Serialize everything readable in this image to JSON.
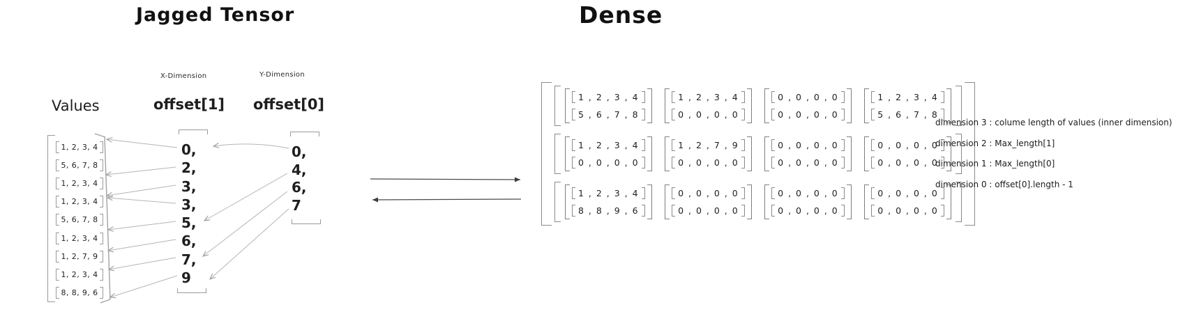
{
  "colors": {
    "ink": "#1e1e1e",
    "bracket_gray": "#8f8f8f",
    "arrow_gray": "#b0b0b0",
    "arrow_dark": "#474747",
    "background": "#ffffff"
  },
  "jagged": {
    "title": "Jagged Tensor",
    "values_label": "Values",
    "values_rows": [
      "1, 2, 3, 4",
      "5, 6, 7, 8",
      "1, 2, 3, 4",
      "1, 2, 3, 4",
      "5, 6, 7, 8",
      "1, 2, 3, 4",
      "1, 2, 7, 9",
      "1, 2, 3, 4",
      "8, 8, 9, 6"
    ],
    "offset1": {
      "dimension_label": "X-Dimension",
      "label": "offset[1]",
      "values": [
        "0,",
        "2,",
        "3,",
        "3,",
        "5,",
        "6,",
        "7,",
        "9"
      ]
    },
    "offset0": {
      "dimension_label": "Y-Dimension",
      "label": "offset[0]",
      "values": [
        "0,",
        "4,",
        "6,",
        "7"
      ]
    }
  },
  "dense": {
    "title": "Dense",
    "grid": [
      [
        [
          "1 , 2 , 3 , 4",
          "5 , 6 , 7 , 8"
        ],
        [
          "1 , 2 , 3 , 4",
          "0 , 0 , 0 , 0"
        ],
        [
          "0 , 0 , 0 , 0",
          "0 , 0 , 0 , 0"
        ],
        [
          "1 , 2 , 3 , 4",
          "5 , 6 , 7 , 8"
        ]
      ],
      [
        [
          "1 , 2 , 3 , 4",
          "0 , 0 , 0 , 0"
        ],
        [
          "1 , 2 , 7 , 9",
          "0 , 0 , 0 , 0"
        ],
        [
          "0 , 0 , 0 , 0",
          "0 , 0 , 0 , 0"
        ],
        [
          "0 , 0 , 0 , 0",
          "0 , 0 , 0 , 0"
        ]
      ],
      [
        [
          "1 , 2 , 3 , 4",
          "8 , 8 , 9 , 6"
        ],
        [
          "0 , 0 , 0 , 0",
          "0 , 0 , 0 , 0"
        ],
        [
          "0 , 0 , 0 , 0",
          "0 , 0 , 0 , 0"
        ],
        [
          "0 , 0 , 0 , 0",
          "0 , 0 , 0 , 0"
        ]
      ]
    ]
  },
  "annotations": [
    "dimension 3 : colume length of values (inner dimension)",
    "dimension 2 : Max_length[1]",
    "dimension 1 : Max_length[0]",
    "dimension 0 : offset[0].length - 1"
  ]
}
